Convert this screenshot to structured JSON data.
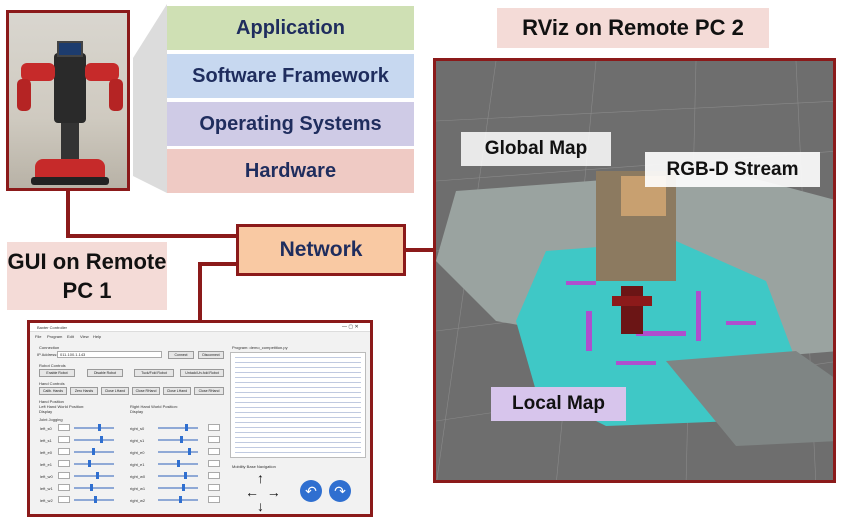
{
  "layers": {
    "application": "Application",
    "software_framework": "Software Framework",
    "operating_systems": "Operating Systems",
    "hardware": "Hardware"
  },
  "network": "Network",
  "gui_label": "GUI on Remote PC 1",
  "rviz_label": "RViz on Remote PC 2",
  "rviz": {
    "global_map": "Global Map",
    "rgbd_stream": "RGB-D Stream",
    "local_map": "Local Map"
  },
  "gui": {
    "title": "Baxter Controller",
    "menu": [
      "File",
      "Program",
      "Edit",
      "View",
      "Help"
    ],
    "connection": "Connection",
    "ip_label": "IP Address:",
    "ip_value": "011.100.1.143",
    "connect": "Connect",
    "disconnect": "Disconnect",
    "robot_controls": "Robot Controls",
    "enable_robot": "Enable Robot",
    "disable_robot": "Disable Robot",
    "tuck_fold_robot": "Tuck/Fold Robot",
    "untuck_robot": "Untuck/Un-fold Robot",
    "hand_controls": "Hand Controls",
    "hand_buttons": [
      "Calib. Hands",
      "Zero Hands",
      "Close LHand",
      "Close RHand",
      "Close LHand",
      "Close RHand"
    ],
    "hand_position": "Hand Position",
    "left_hand_position": "Left Hand World Position:",
    "right_hand_position": "Right Hand World Position:",
    "display_left": "Display",
    "display_right": "Display",
    "joint_jogging": "Joint Jogging",
    "joints_left": [
      "left_s0",
      "left_s1",
      "left_e0",
      "left_e1",
      "left_w0",
      "left_w1",
      "left_w2"
    ],
    "joints_right": [
      "right_s0",
      "right_s1",
      "right_e0",
      "right_e1",
      "right_w0",
      "right_w1",
      "right_w2"
    ],
    "program_title": "Program: demo_competition.py",
    "mobility_base": "Mobility Base Navigation"
  }
}
